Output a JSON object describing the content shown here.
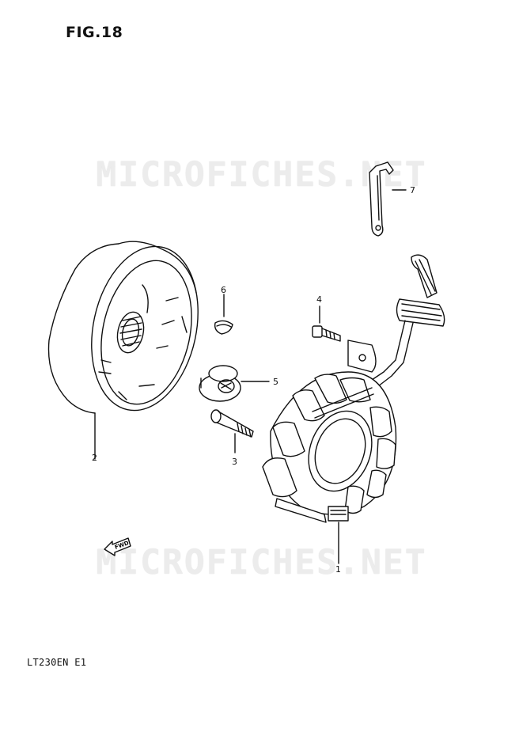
{
  "figure": {
    "title": "FIG.18",
    "model_code": "LT230EN E1",
    "watermark_text": "MICROFICHES.NET",
    "fwd_label": "FWD"
  },
  "parts": [
    {
      "ref": "1",
      "component": "stator-coil"
    },
    {
      "ref": "2",
      "component": "flywheel-rotor"
    },
    {
      "ref": "3",
      "component": "screw"
    },
    {
      "ref": "4",
      "component": "bolt"
    },
    {
      "ref": "5",
      "component": "nut"
    },
    {
      "ref": "6",
      "component": "key"
    },
    {
      "ref": "7",
      "component": "clamp"
    }
  ]
}
